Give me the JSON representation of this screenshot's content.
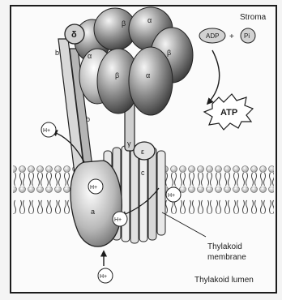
{
  "regions": {
    "top": "Stroma",
    "membrane_line1": "Thylakoid",
    "membrane_line2": "membrane",
    "bottom": "Thylakoid lumen"
  },
  "reaction": {
    "adp": "ADP",
    "plus": "+",
    "pi": "Pi",
    "atp": "ATP"
  },
  "subunits": {
    "delta": "δ",
    "b_prime": "b'",
    "b": "b",
    "beta": "β",
    "alpha": "α",
    "gamma": "γ",
    "epsilon": "ε",
    "c": "c",
    "a": "a"
  },
  "proton": "H+"
}
